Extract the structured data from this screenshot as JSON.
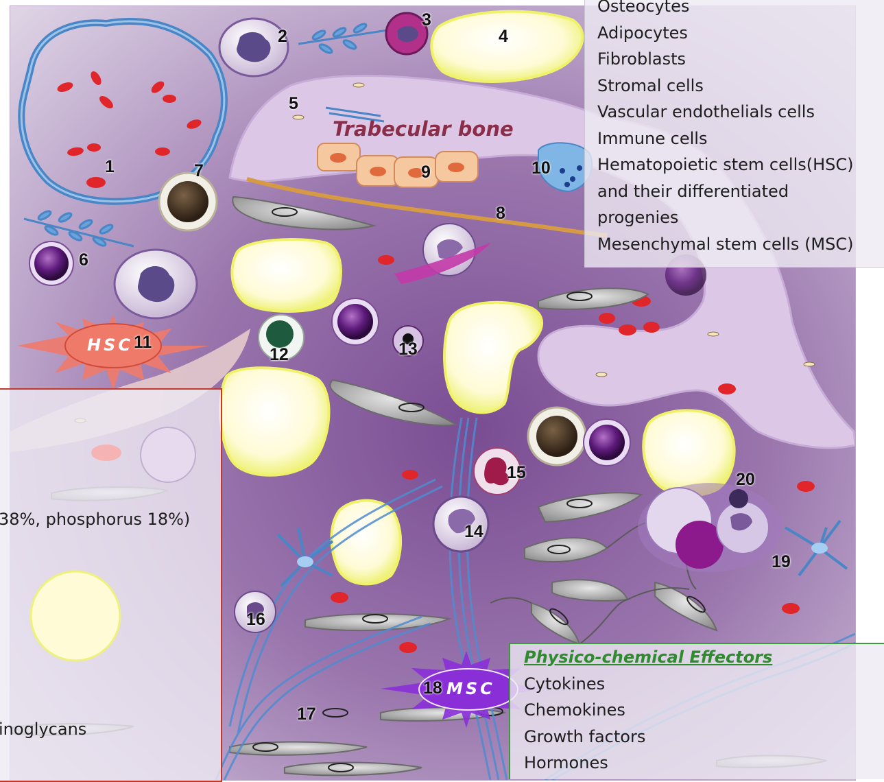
{
  "panels": {
    "cells": [
      "Osteocytes",
      "Adipocytes",
      "Fibroblasts",
      "Stromal cells",
      "Vascular endothelials cells",
      "Immune cells",
      "Hematopoietic stem cells(HSC)",
      "and their differentiated",
      "progenies",
      "Mesenchymal stem cells (MSC)"
    ],
    "matrix": [
      "38%, phosphorus 18%)",
      "inoglycans"
    ],
    "effectors": {
      "heading": "Physico-chemical Effectors",
      "items": [
        "Cytokines",
        "Chemokines",
        "Growth factors",
        "Hormones"
      ]
    }
  },
  "diagram": {
    "bone_label": "Trabecular bone",
    "hsc_label": "HSC",
    "msc_label": "MSC",
    "numbers": [
      "1",
      "2",
      "3",
      "4",
      "5",
      "6",
      "7",
      "8",
      "9",
      "10",
      "11",
      "12",
      "13",
      "14",
      "15",
      "16",
      "17",
      "18",
      "19",
      "20"
    ]
  },
  "colors": {
    "panel_matrix_border": "#c0392b",
    "panel_effectors_border": "#3c9a3c",
    "effectors_heading": "#2e8b2e",
    "bone": "#dcc8e6",
    "adipocyte": "#fffce0",
    "red_blood_cell": "#e0262a",
    "vessel": "#4a86c5",
    "hsc": "#f07a6a",
    "msc": "#8a2fd8"
  }
}
